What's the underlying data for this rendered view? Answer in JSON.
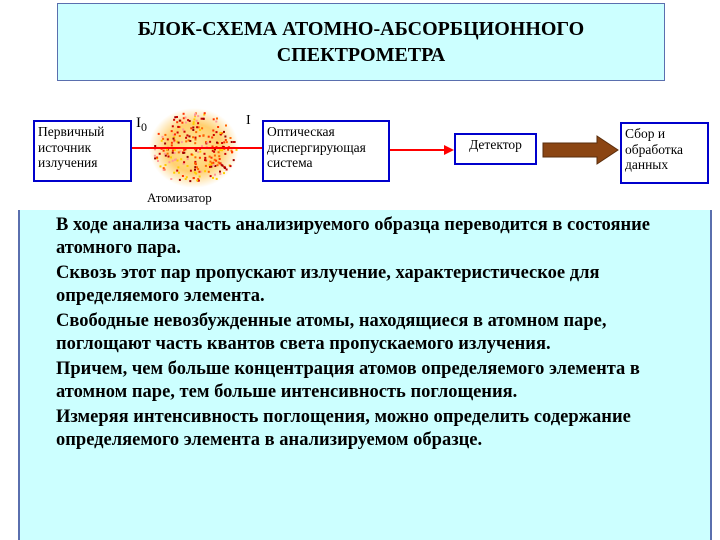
{
  "title": {
    "line1": "БЛОК-СХЕМА АТОМНО-АБСОРБЦИОННОГО",
    "line2": "СПЕКТРОМЕТРА"
  },
  "diagram": {
    "source_box": [
      "Первичный",
      "источник",
      "излучения"
    ],
    "label_I0_main": "I",
    "label_I0_sub": "0",
    "label_I": "I",
    "atomizer_label": "Атомизатор",
    "optic_box": [
      "Оптическая",
      "диспергирующая",
      "система"
    ],
    "detector_box": [
      "Детектор"
    ],
    "data_box": [
      "Сбор и",
      "обработка",
      "данных"
    ],
    "colors": {
      "box_border": "#0000cc",
      "beam": "#ff0000",
      "big_arrow": "#8b4513",
      "panel_bg": "#ccffff"
    }
  },
  "paragraphs": [
    "В ходе анализа часть анализируемого образца переводится в состояние атомного пара.",
    "Сквозь этот пар пропускают излучение, характеристическое для определяемого элемента.",
    "Свободные невозбужденные атомы, находящиеся в атомном паре, поглощают часть квантов света  пропускаемого излучения.",
    "Причем, чем больше концентрация атомов определяемого элемента в атомном паре, тем больше интенсивность поглощения.",
    "Измеряя интенсивность поглощения, можно определить содержание определяемого элемента в анализируемом образце."
  ]
}
